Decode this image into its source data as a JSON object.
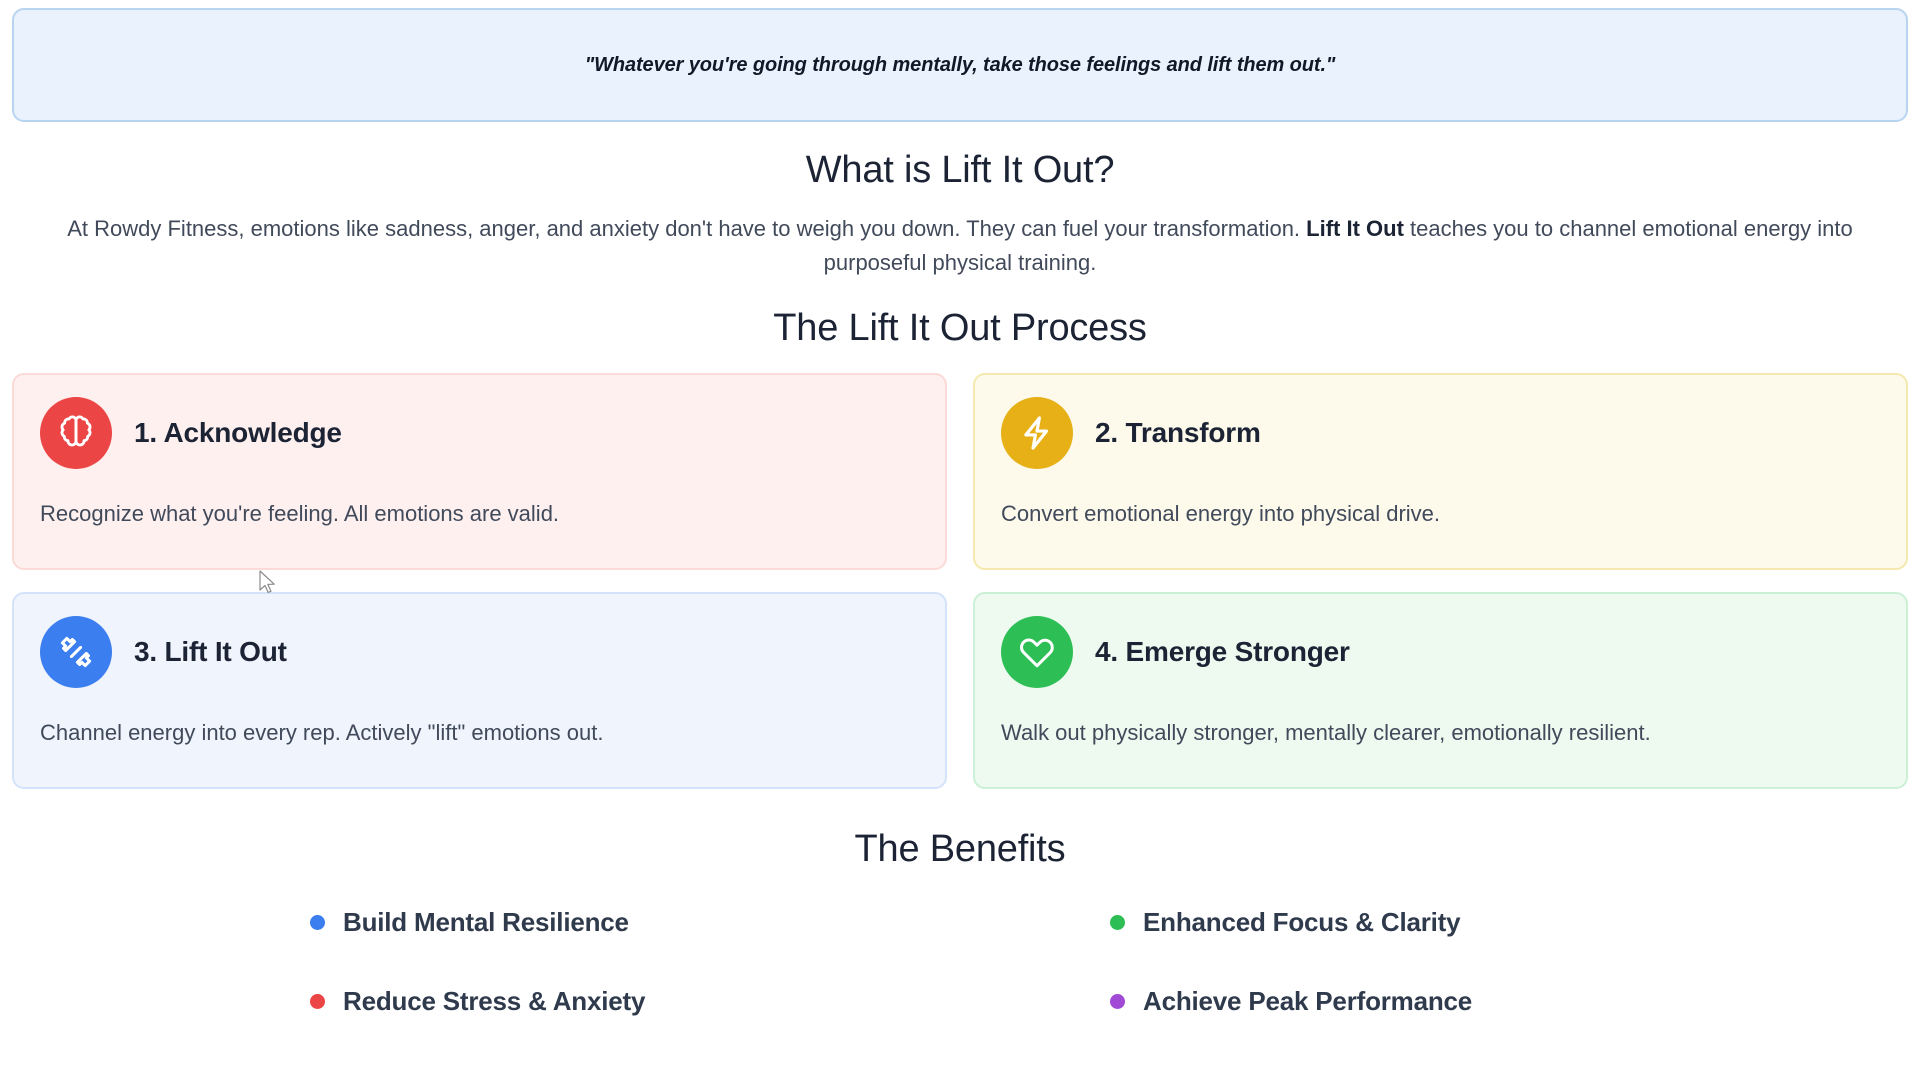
{
  "quote": {
    "text": "\"Whatever you're going through mentally, take those feelings and lift them out.\""
  },
  "what_is": {
    "heading": "What is Lift It Out?",
    "paragraph_part1": "At Rowdy Fitness, emotions like sadness, anger, and anxiety don't have to weigh you down. They can fuel your transformation. ",
    "paragraph_bold": "Lift It Out",
    "paragraph_part2": " teaches you to channel emotional energy into purposeful physical training."
  },
  "process": {
    "heading": "The Lift It Out Process",
    "cards": [
      {
        "title": "1. Acknowledge",
        "description": "Recognize what you're feeling. All emotions are valid.",
        "icon": "brain-icon",
        "icon_color": "#ec4545",
        "background": "#fdf0ef",
        "border": "#fbdad7"
      },
      {
        "title": "2. Transform",
        "description": "Convert emotional energy into physical drive.",
        "icon": "lightning-bolt-icon",
        "icon_color": "#e6b016",
        "background": "#fdfaeb",
        "border": "#f5e9ae"
      },
      {
        "title": "3. Lift It Out",
        "description": "Channel energy into every rep. Actively \"lift\" emotions out.",
        "icon": "dumbbell-icon",
        "icon_color": "#3b7ef0",
        "background": "#eff4fd",
        "border": "#d5e3fa"
      },
      {
        "title": "4. Emerge Stronger",
        "description": "Walk out physically stronger, mentally clearer, emotionally resilient.",
        "icon": "heart-icon",
        "icon_color": "#2dbf55",
        "background": "#eefaf0",
        "border": "#ccf0d6"
      }
    ]
  },
  "benefits": {
    "heading": "The Benefits",
    "items": [
      {
        "label": "Build Mental Resilience",
        "dot_color": "#3b7ef0"
      },
      {
        "label": "Enhanced Focus & Clarity",
        "dot_color": "#2dbf55"
      },
      {
        "label": "Reduce Stress & Anxiety",
        "dot_color": "#ec4545"
      },
      {
        "label": "Achieve Peak Performance",
        "dot_color": "#a14ad6"
      }
    ]
  }
}
